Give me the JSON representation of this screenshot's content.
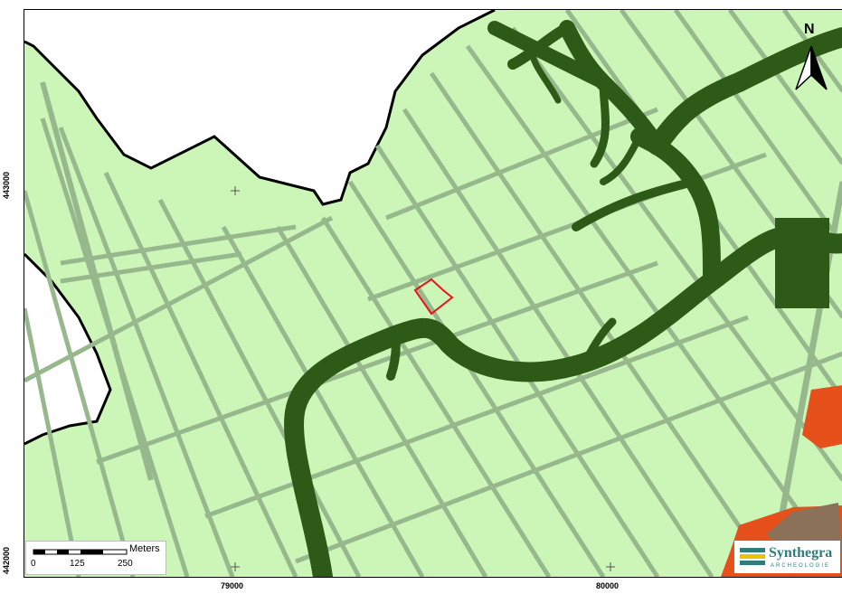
{
  "map": {
    "colors": {
      "background": "#ffffff",
      "land": "#ccf5b8",
      "ditch": "#97b88d",
      "channel": "#2e5a17",
      "boundary": "#000000",
      "site": "#e8141b",
      "orange_unit": "#e6501b",
      "brown_unit": "#8b7158"
    }
  },
  "axes": {
    "y_ticks": [
      "443000",
      "442000"
    ],
    "x_ticks": [
      "79000",
      "80000"
    ]
  },
  "scale_bar": {
    "unit": "Meters",
    "labels": [
      "0",
      "125",
      "250"
    ]
  },
  "logo": {
    "name": "Synthegra",
    "subtitle": "ARCHEOLOGIE"
  },
  "north_arrow": {
    "label": "N",
    "icon": "north-arrow-icon"
  }
}
